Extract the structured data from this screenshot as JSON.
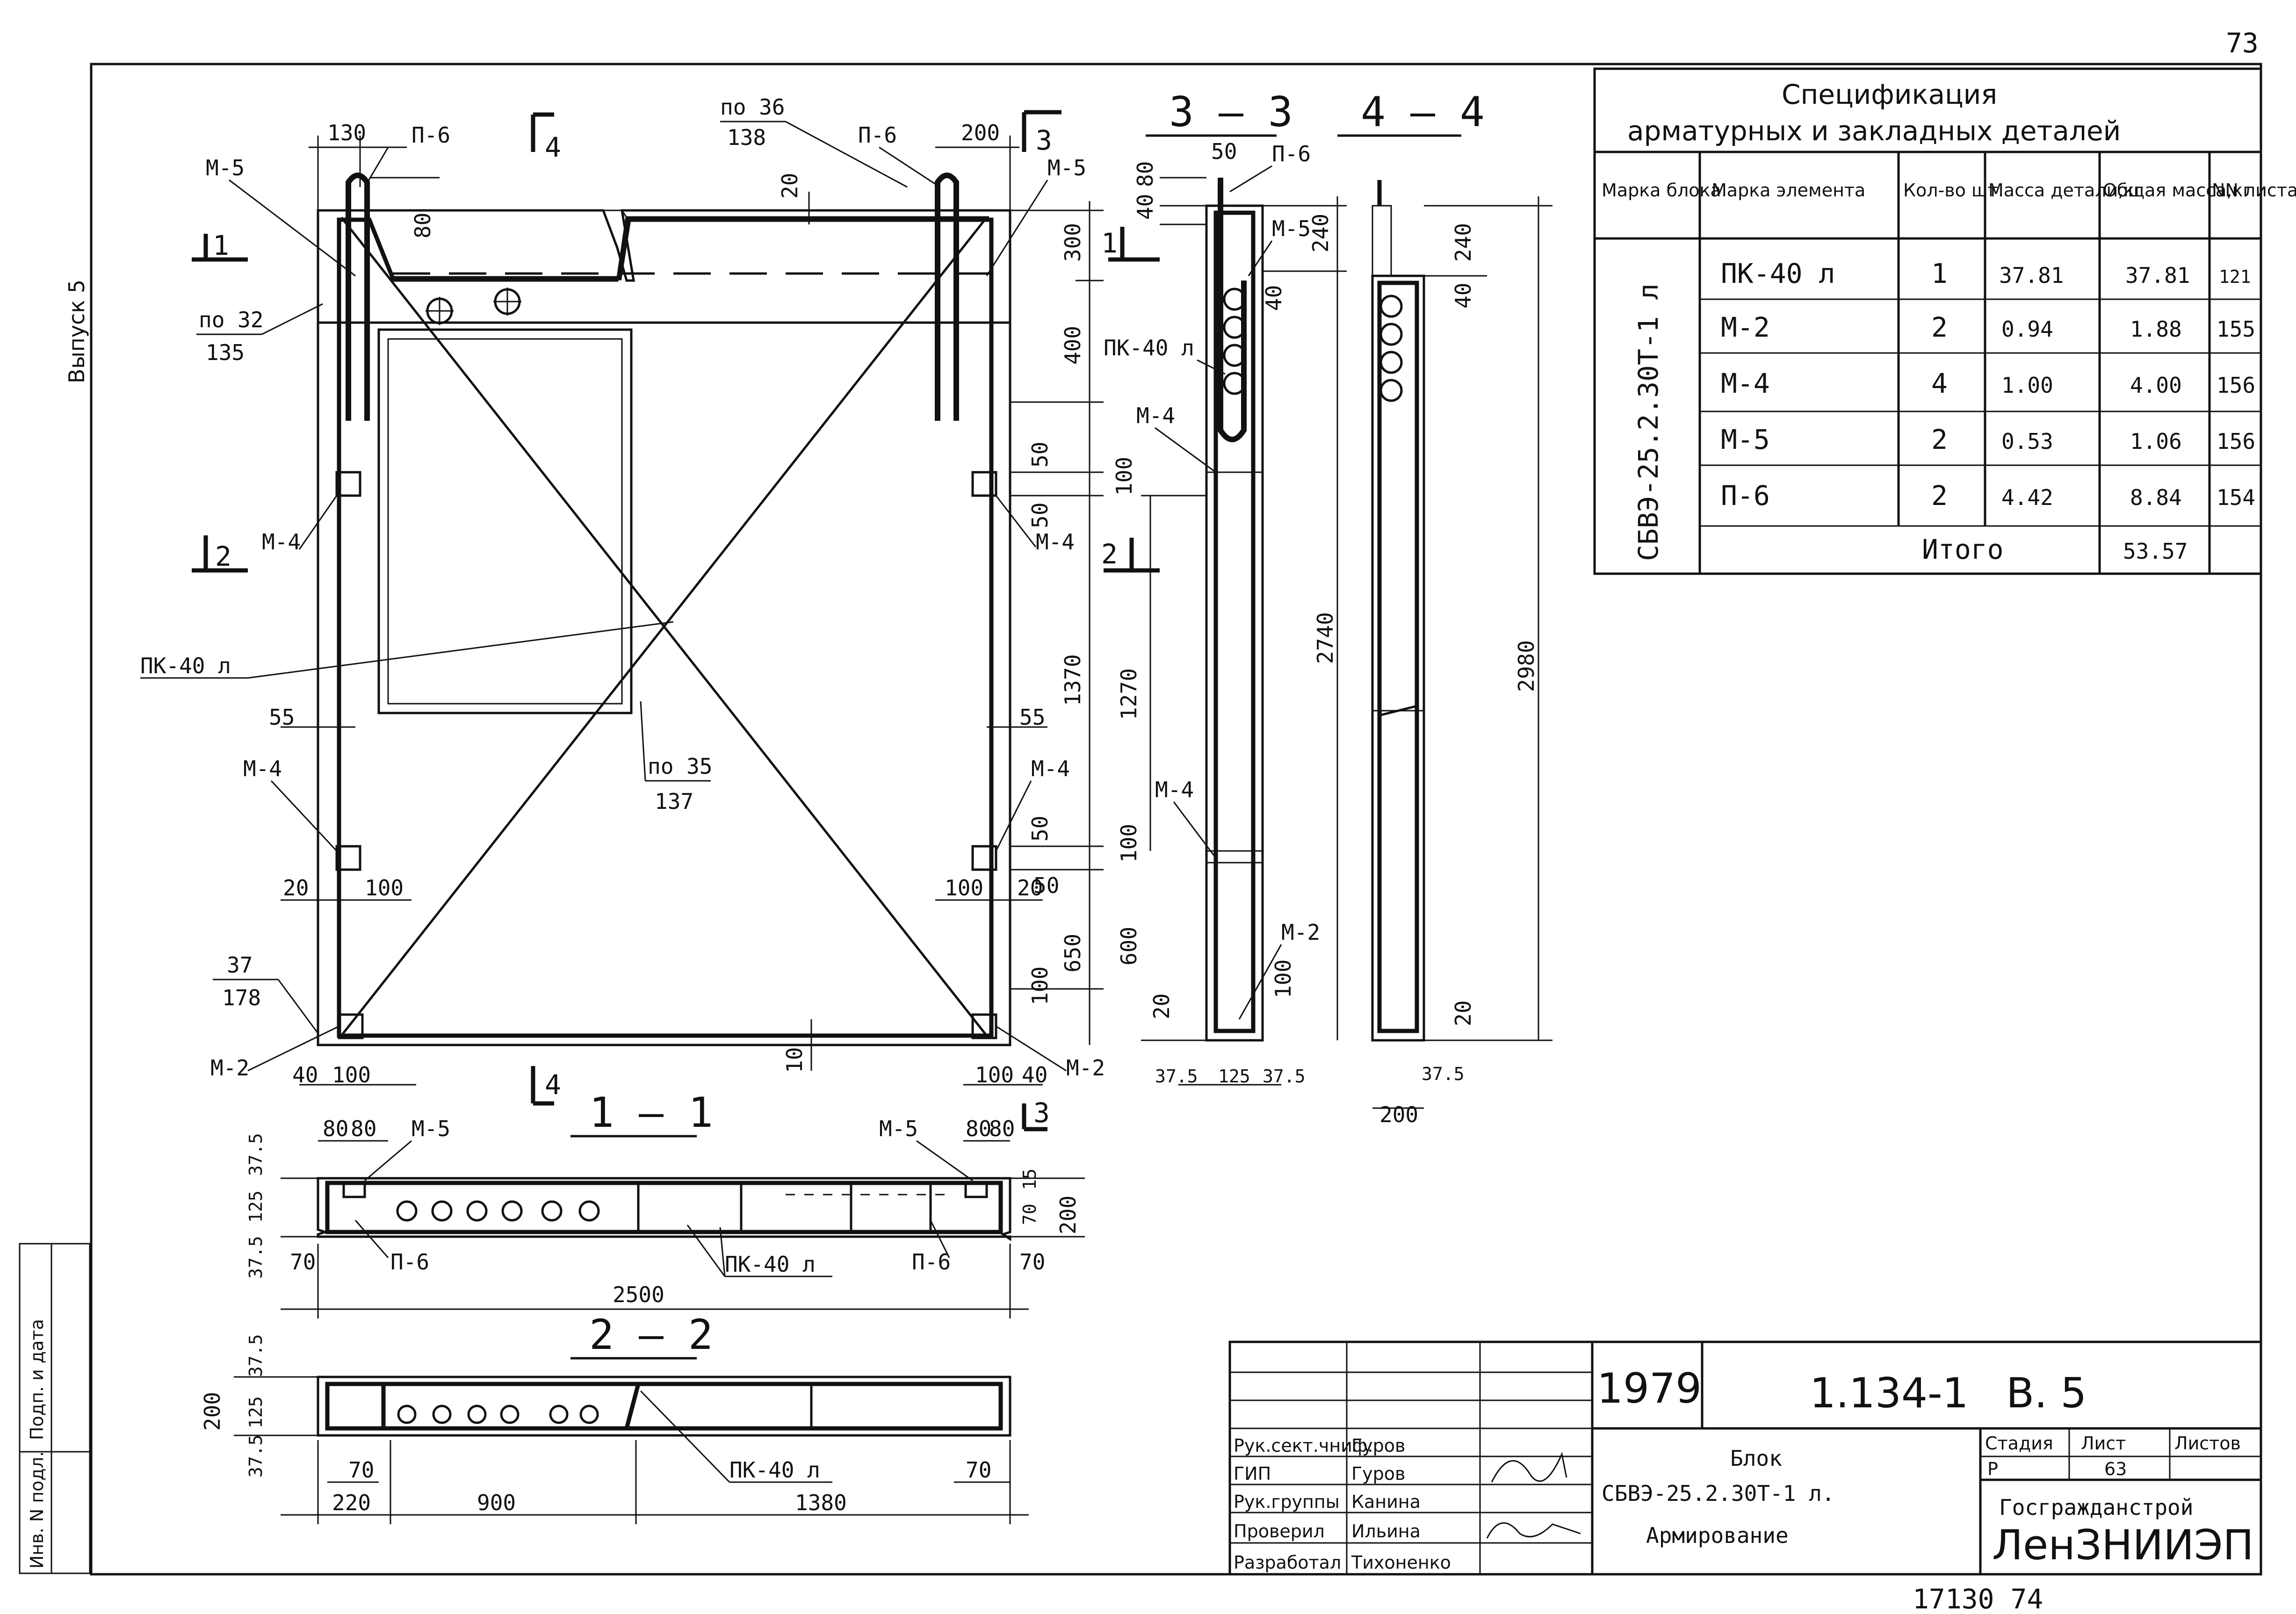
{
  "page_number": "73",
  "vypusk": "Выпуск 5",
  "spec": {
    "title_line1": "Спецификация",
    "title_line2": "арматурных и закладных деталей",
    "headers": [
      "Марка блока",
      "Марка элемента",
      "Кол-во шт.",
      "Масса детали,кг",
      "Общая масса,кг",
      "NN листа"
    ],
    "block_mark": "СБВЭ-25.2.30Т-1 л",
    "rows": [
      {
        "element": "ПК-40 л",
        "qty": "1",
        "mass": "37.81",
        "total": "37.81",
        "sheet": "121"
      },
      {
        "element": "М-2",
        "qty": "2",
        "mass": "0.94",
        "total": "1.88",
        "sheet": "155"
      },
      {
        "element": "М-4",
        "qty": "4",
        "mass": "1.00",
        "total": "4.00",
        "sheet": "156"
      },
      {
        "element": "М-5",
        "qty": "2",
        "mass": "0.53",
        "total": "1.06",
        "sheet": "156"
      },
      {
        "element": "П-6",
        "qty": "2",
        "mass": "4.42",
        "total": "8.84",
        "sheet": "154"
      }
    ],
    "total_label": "Итого",
    "total_value": "53.57"
  },
  "title_block": {
    "year": "1979",
    "code": "1.134-1",
    "volume": "В. 5",
    "stadia_label": "Стадия",
    "list_label": "Лист",
    "listov_label": "Листов",
    "stadia": "Р",
    "list": "63",
    "listov": "",
    "name_line1": "Блок",
    "name_line2": "СБВЭ-25.2.30Т-1 л.",
    "name_line3": "Армирование",
    "org1": "Госгражданстрой",
    "org2": "ЛенЗНИИЭП",
    "people": [
      {
        "role": "Рук.сект.чниф.",
        "name": "Гуров"
      },
      {
        "role": "ГИП",
        "name": "Гуров"
      },
      {
        "role": "Рук.группы",
        "name": "Канина"
      },
      {
        "role": "Проверил",
        "name": "Ильина"
      },
      {
        "role": "Разработал",
        "name": "Тихоненко"
      }
    ]
  },
  "side_stamp": {
    "inv_podl": "Инв. N подл.",
    "podp_data": "Подп. и дата"
  },
  "bottom_number": "17130 74",
  "sections": {
    "s11": "1 — 1",
    "s22": "2 — 2",
    "s33": "3 — 3",
    "s44": "4 — 4"
  },
  "section_marks": {
    "m1": "1",
    "m2": "2",
    "m3": "3",
    "m4": "4"
  },
  "callouts": {
    "p36_top": "по 36",
    "p36_bot": "138",
    "p32_top": "по 32",
    "p32_bot": "135",
    "p35_top": "по 35",
    "p35_bot": "137",
    "p37_top": "37",
    "p37_bot": "178"
  },
  "labels": {
    "m5": "М-5",
    "m4": "М-4",
    "m2": "М-2",
    "p6": "П-6",
    "pk40": "ПК-40 л"
  },
  "dims_front": {
    "d130": "130",
    "d200": "200",
    "d20": "20",
    "d80": "80",
    "d300": "300",
    "d400": "400",
    "d50": "50",
    "d1370": "1370",
    "d55": "55",
    "d100": "100",
    "d650": "650",
    "d40": "40",
    "d10": "10"
  },
  "dims_s11": {
    "d80": "80",
    "d375": "37.5",
    "d125": "125",
    "d15": "15",
    "d70": "70",
    "d200": "200",
    "d2500": "2500"
  },
  "dims_s22": {
    "d375": "37.5",
    "d125": "125",
    "d200": "200",
    "d70": "70",
    "d220": "220",
    "d900": "900",
    "d1380": "1380"
  },
  "dims_s33": {
    "d50": "50",
    "d40": "40",
    "d80": "80",
    "d240": "240",
    "d100": "100",
    "d1270": "1270",
    "d2740": "2740",
    "d600": "600",
    "d20": "20",
    "d375": "37.5",
    "d125": "125"
  },
  "dims_s44": {
    "d240": "240",
    "d40": "40",
    "d2980": "2980",
    "d20": "20",
    "d375": "37.5",
    "d200": "200"
  }
}
